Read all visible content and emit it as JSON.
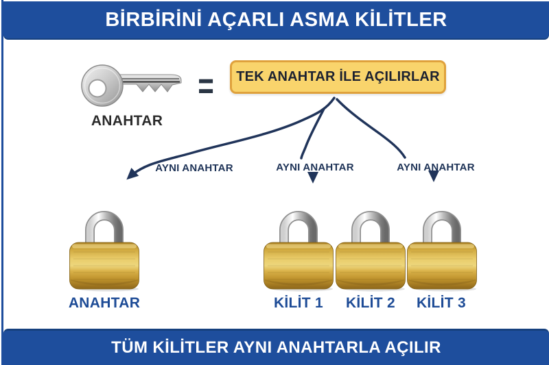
{
  "colors": {
    "banner_blue": "#1e4e9d",
    "banner_blue_dark": "#16407e",
    "box_fill": "#f9d46c",
    "box_border": "#dfa13c",
    "arrow_navy": "#20345a",
    "lock_label_blue": "#1d4b96",
    "key_label_dark": "#2b2b2b",
    "brass": "#d9b148",
    "chrome": "#bdbdbd"
  },
  "header": {
    "title": "BİRBİRİNİ AÇARLI ASMA KİLİTLER"
  },
  "key_section": {
    "key_label": "ANAHTAR",
    "equals": "=",
    "box_text": "TEK ANAHTAR İLE AÇILIRLAR"
  },
  "connections": {
    "labels": [
      "AYNI ANAHTAR",
      "AYNI ANAHTAR",
      "AYNI ANAHTAR"
    ]
  },
  "padlocks": [
    {
      "label": "ANAHTAR"
    },
    {
      "label": "KİLİT 1"
    },
    {
      "label": "KİLİT 2"
    },
    {
      "label": "KİLİT 3"
    }
  ],
  "footer": {
    "text": "TÜM KİLİTLER AYNI ANAHTARLA AÇILIR"
  }
}
